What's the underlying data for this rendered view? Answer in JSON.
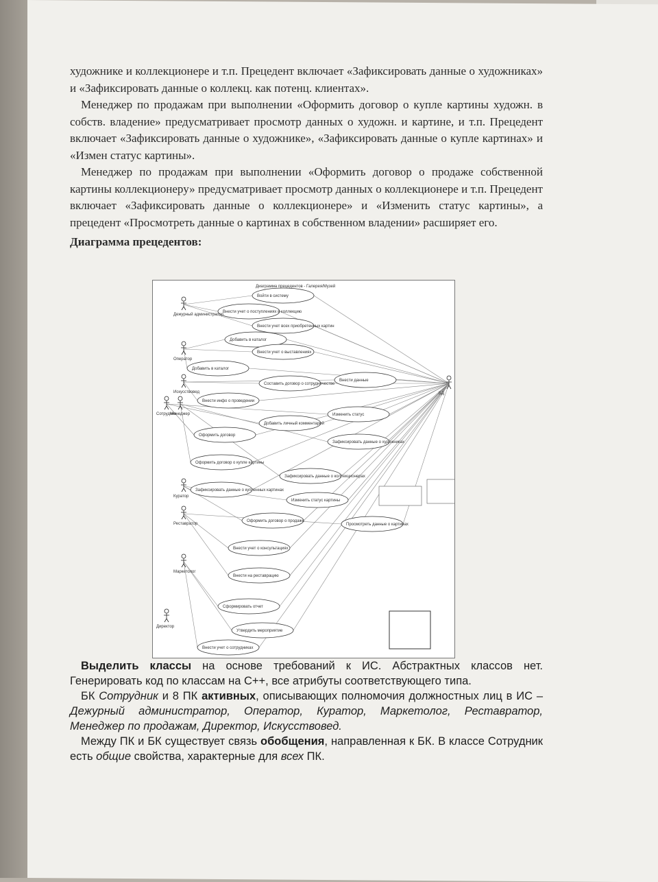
{
  "page": {
    "paragraph1": "художнике и коллекционере и т.п. Прецедент включает «Зафиксировать данные о художниках» и «Зафиксировать данные о коллекц. как потенц. клиентах».",
    "paragraph2": "Менеджер по продажам при выполнении «Оформить договор о купле картины художн. в собств. владение» предусматривает просмотр данных о художн. и картине, и т.п. Прецедент включает «Зафиксировать данные о художнике», «Зафиксировать данные о купле картинах» и «Измен статус картины».",
    "paragraph3": "Менеджер по продажам при выполнении «Оформить договор о продаже собственной картины коллекционеру» предусматривает просмотр данных о коллекционере и т.п. Прецедент включает «Зафиксировать данные о коллекционере» и «Изменить статус картины», а прецедент «Просмотреть данные о картинах в собственном владении» расширяет его.",
    "diagram_heading": "Диаграмма прецедентов:",
    "paragraph4_bold": "Выделить классы",
    "paragraph4_rest": " на основе требований к ИС. Абстрактных классов нет. Генерировать код по классам на С++, все атрибуты соответствующего типа.",
    "paragraph5_a": "БК ",
    "paragraph5_italic1": "Сотрудник",
    "paragraph5_b": " и 8 ПК ",
    "paragraph5_bold": "активных",
    "paragraph5_c": ", описывающих полномочия должностных лиц в ИС – ",
    "paragraph5_italic2": "Дежурный администратор, Оператор, Куратор, Маркетолог, Реставратор, Менеджер по продажам, Директор, Искусствовед.",
    "paragraph6_a": "Между ПК и БК существует связь ",
    "paragraph6_bold": "обобщения",
    "paragraph6_b": ", направленная к БК. В классе Сотрудник есть ",
    "paragraph6_italic1": "общие",
    "paragraph6_c": " свойства, характерные для ",
    "paragraph6_italic2": "всех",
    "paragraph6_d": " ПК."
  },
  "diagram": {
    "title": "Диаграмма прецедентов - Галерея/Музей",
    "actors": [
      "Дежурный администратор",
      "Оператор",
      "Искусствовед",
      "Сотрудник",
      "Менеджер",
      "Куратор",
      "Реставратор",
      "Маркетолог",
      "Директор",
      "БД"
    ],
    "use_cases": [
      "Войти в систему",
      "Внести учет о поступлениях в коллекцию",
      "Внести учет всех приобретенных картин",
      "Добавить в каталог",
      "Внести учет о выставлениях",
      "Добавить в каталог",
      "Составить договор о сотрудничестве",
      "Внести данные",
      "Внести инфо о проведении",
      "Изменить статус",
      "Добавить личный комментарий",
      "Оформить договор",
      "Зафиксировать данные о художниках",
      "Оформить договор о купле картины",
      "Зафиксировать данные о коллекционерах",
      "Зафиксировать данные о купленных картинах",
      "Изменить статус картины",
      "Оформить договор о продаже",
      "Просмотреть данные о картинах",
      "Внести учет о консультациях",
      "Внести на реставрацию",
      "Сформировать отчет",
      "Утвердить мероприятие",
      "Внести учет о сотрудниках"
    ]
  }
}
